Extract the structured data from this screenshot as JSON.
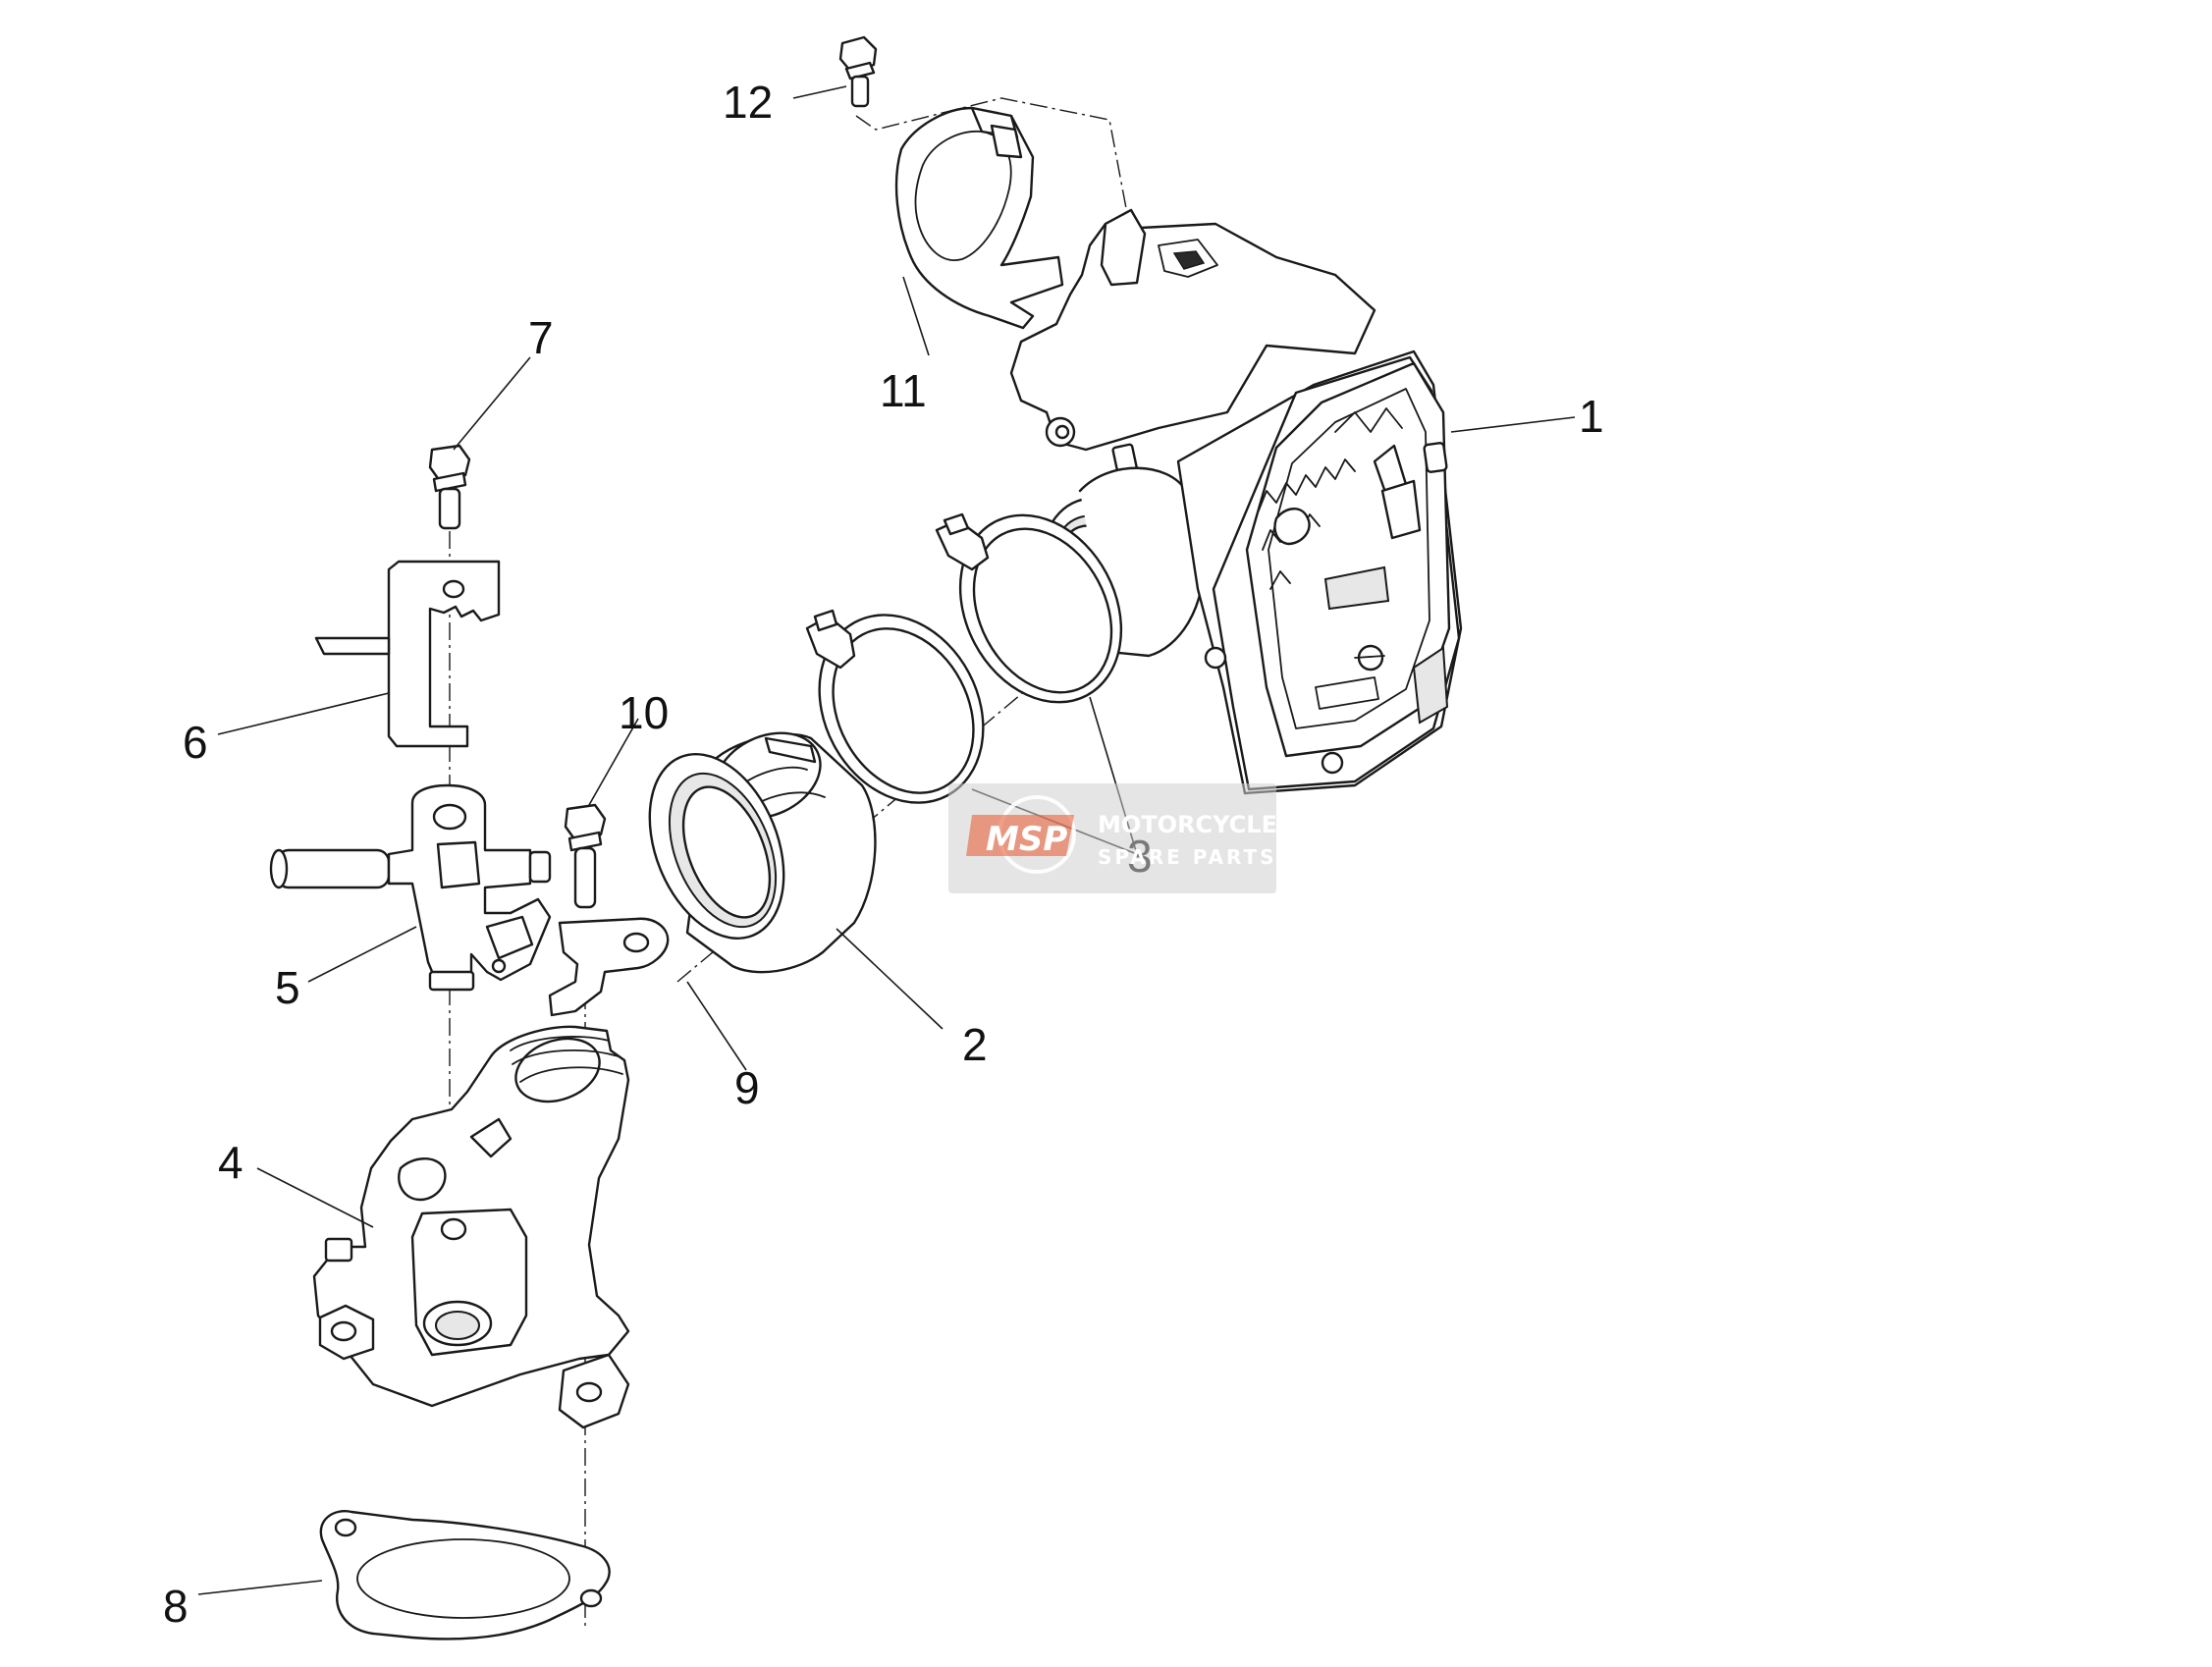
{
  "callouts": [
    {
      "id": "1",
      "label": "1"
    },
    {
      "id": "2",
      "label": "2"
    },
    {
      "id": "3",
      "label": "3"
    },
    {
      "id": "4",
      "label": "4"
    },
    {
      "id": "5",
      "label": "5"
    },
    {
      "id": "6",
      "label": "6"
    },
    {
      "id": "7",
      "label": "7"
    },
    {
      "id": "8",
      "label": "8"
    },
    {
      "id": "9",
      "label": "9"
    },
    {
      "id": "10",
      "label": "10"
    },
    {
      "id": "11",
      "label": "11"
    },
    {
      "id": "12",
      "label": "12"
    }
  ],
  "watermark": {
    "logo_text": "MSP",
    "line1": "MOTORCYCLE",
    "line2": "SPARE PARTS",
    "accent_color": "#e8623c"
  }
}
